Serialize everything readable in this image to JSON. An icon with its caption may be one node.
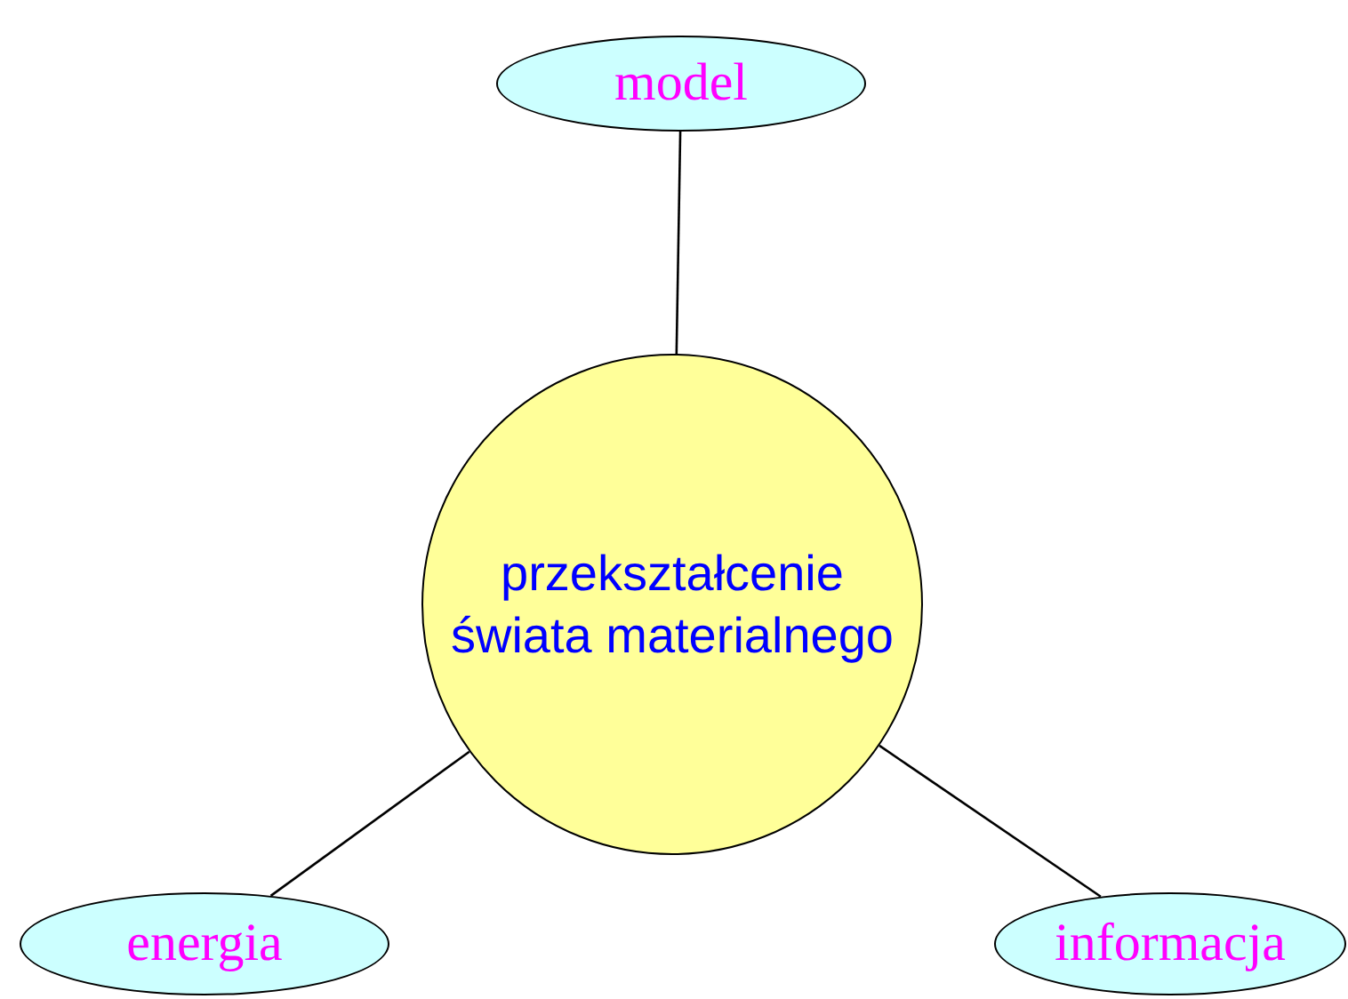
{
  "diagram": {
    "nodes": [
      {
        "text": [
          "model"
        ]
      },
      {
        "text": [
          "przekształcenie świata materialnego"
        ]
      },
      {
        "text": [
          "energia"
        ]
      },
      {
        "text": [
          "informacja"
        ]
      }
    ],
    "edges": [
      {
        "from": 1,
        "to": 0,
        "arrow": "none"
      },
      {
        "from": 1,
        "to": 2,
        "arrow": "none"
      },
      {
        "from": 1,
        "to": 3,
        "arrow": "none"
      }
    ]
  }
}
